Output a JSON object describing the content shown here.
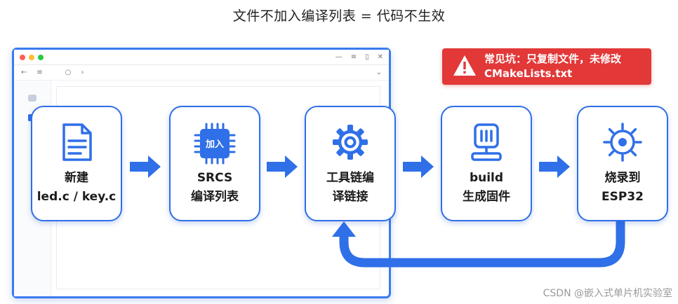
{
  "title": "文件不加入编译列表 = 代码不生效",
  "warning": {
    "line1": "常见坑：只复制文件，未修改",
    "line2": "CMakeLists.txt"
  },
  "steps": [
    {
      "line1": "新建",
      "line2": "led.c / key.c",
      "icon": "document-icon"
    },
    {
      "line1": "SRCS",
      "line2": "编译列表",
      "icon": "chip-icon",
      "chip_text": "加入"
    },
    {
      "line1": "工具链编",
      "line2": "译链接",
      "icon": "gear-icon"
    },
    {
      "line1": "build",
      "line2": "生成固件",
      "icon": "firmware-icon"
    },
    {
      "line1": "烧录到",
      "line2": "ESP32",
      "icon": "target-icon"
    }
  ],
  "watermark": "CSDN @嵌入式单片机实验室",
  "colors": {
    "accent": "#2f6fe8",
    "warning": "#e23838"
  }
}
